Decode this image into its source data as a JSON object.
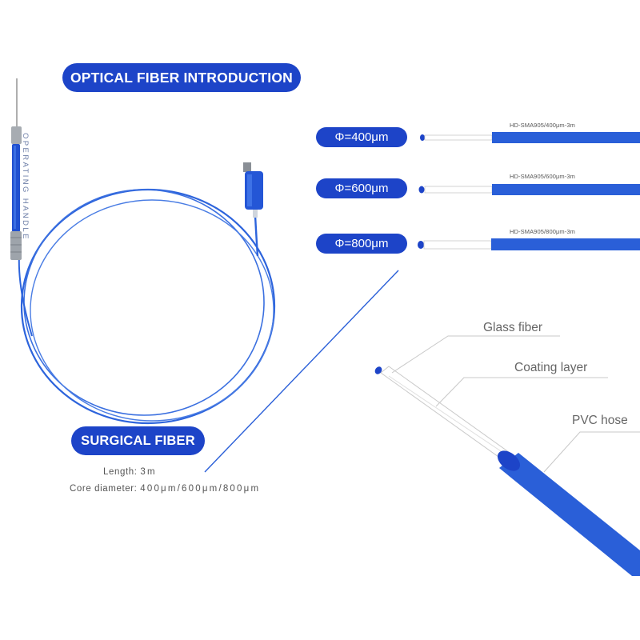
{
  "title": "OPTICAL FIBER INTRODUCTION",
  "handle_label": "OPERATING HANDLE",
  "surgical": {
    "title": "SURGICAL FIBER",
    "length_label": "Length:",
    "length_value": "3m",
    "core_label": "Core diameter:",
    "core_value": "400μm/600μm/800μm"
  },
  "variants": [
    {
      "diameter": "Φ=400μm",
      "model": "HD-SMA905/400μm-3m"
    },
    {
      "diameter": "Φ=600μm",
      "model": "HD-SMA905/600μm-3m"
    },
    {
      "diameter": "Φ=800μm",
      "model": "HD-SMA905/800μm-3m"
    }
  ],
  "layers": {
    "glass": "Glass fiber",
    "coating": "Coating layer",
    "pvc": "PVC hose"
  },
  "colors": {
    "brand_blue": "#1d44c8",
    "fiber_blue": "#2a5fd8",
    "text_gray": "#555555"
  }
}
